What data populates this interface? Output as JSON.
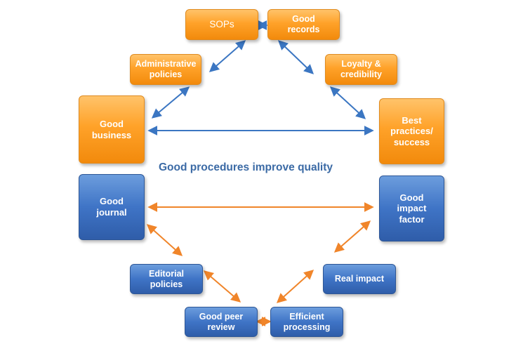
{
  "title": "Good procedures improve quality",
  "nodes": {
    "sops": "SOPs",
    "good_records": "Good\nrecords",
    "administrative_policies": "Administrative\npolicies",
    "loyalty_credibility": "Loyalty &\ncredibility",
    "good_business": "Good\nbusiness",
    "best_practices": "Best\npractices/\nsuccess",
    "good_journal": "Good\njournal",
    "good_impact_factor": "Good\nimpact\nfactor",
    "editorial_policies": "Editorial\npolicies",
    "real_impact": "Real impact",
    "good_peer_review": "Good peer\nreview",
    "efficient_processing": "Efficient\nprocessing"
  },
  "colors": {
    "orange_arrow": "#f0852a",
    "blue_arrow": "#3b76c2",
    "title": "#3b6aa5"
  }
}
